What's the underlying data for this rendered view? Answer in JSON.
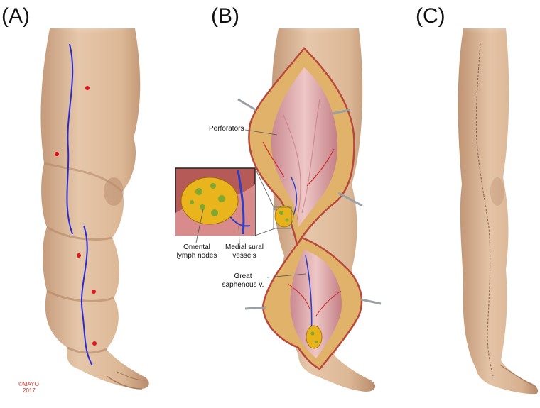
{
  "panels": [
    {
      "label": "(A)"
    },
    {
      "label": "(B)"
    },
    {
      "label": "(C)"
    }
  ],
  "callouts": {
    "perforators": "Perforators",
    "omental_line1": "Omental",
    "omental_line2": "lymph nodes",
    "sural_line1": "Medial sural",
    "sural_line2": "vessels",
    "saphenous_line1": "Great",
    "saphenous_line2": "saphenous v."
  },
  "copyright": {
    "line1": "©MAYO",
    "line2": "2017"
  },
  "colors": {
    "skin": "#dcb99a",
    "skin_shadow": "#b98e70",
    "vein": "#2b2bd6",
    "marker": "#e0141c",
    "tissue": "#e2b36a",
    "muscle": "#d9a3a8",
    "flap_edge": "#b8483c",
    "lymph_node": "#e8b21a",
    "node_green": "#7fa832"
  },
  "icons": {
    "retractor": "retractor-hook-icon"
  }
}
